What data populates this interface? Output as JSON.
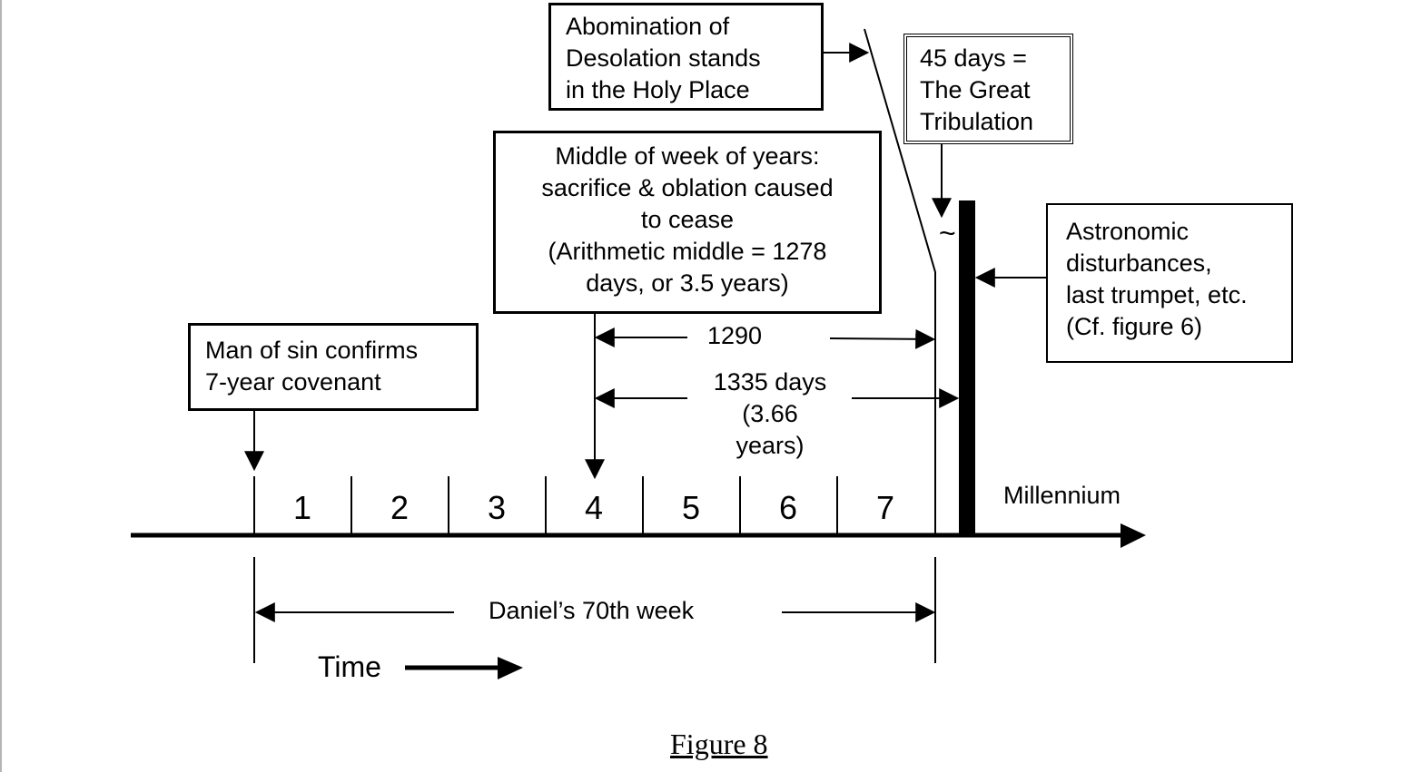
{
  "boxes": {
    "abomination": [
      "Abomination of",
      "Desolation stands",
      "in the Holy Place"
    ],
    "tribulation": [
      "45 days =",
      "The Great",
      "Tribulation"
    ],
    "middle": [
      "Middle of week of years:",
      "sacrifice & oblation caused",
      "to cease",
      "(Arithmetic middle = 1278",
      "days, or 3.5 years)"
    ],
    "astronomic": [
      "Astronomic",
      "disturbances,",
      "last trumpet, etc.",
      "(Cf. figure 6)"
    ],
    "covenant": [
      "Man of sin confirms",
      "7-year covenant"
    ]
  },
  "labels": {
    "tilde": "~",
    "d1290": "1290",
    "d1335": [
      "1335 days",
      "(3.66",
      "years)"
    ],
    "millennium": "Millennium",
    "daniel": "Daniel’s 70th week",
    "time": "Time"
  },
  "years": [
    "1",
    "2",
    "3",
    "4",
    "5",
    "6",
    "7"
  ],
  "caption": "Figure 8"
}
